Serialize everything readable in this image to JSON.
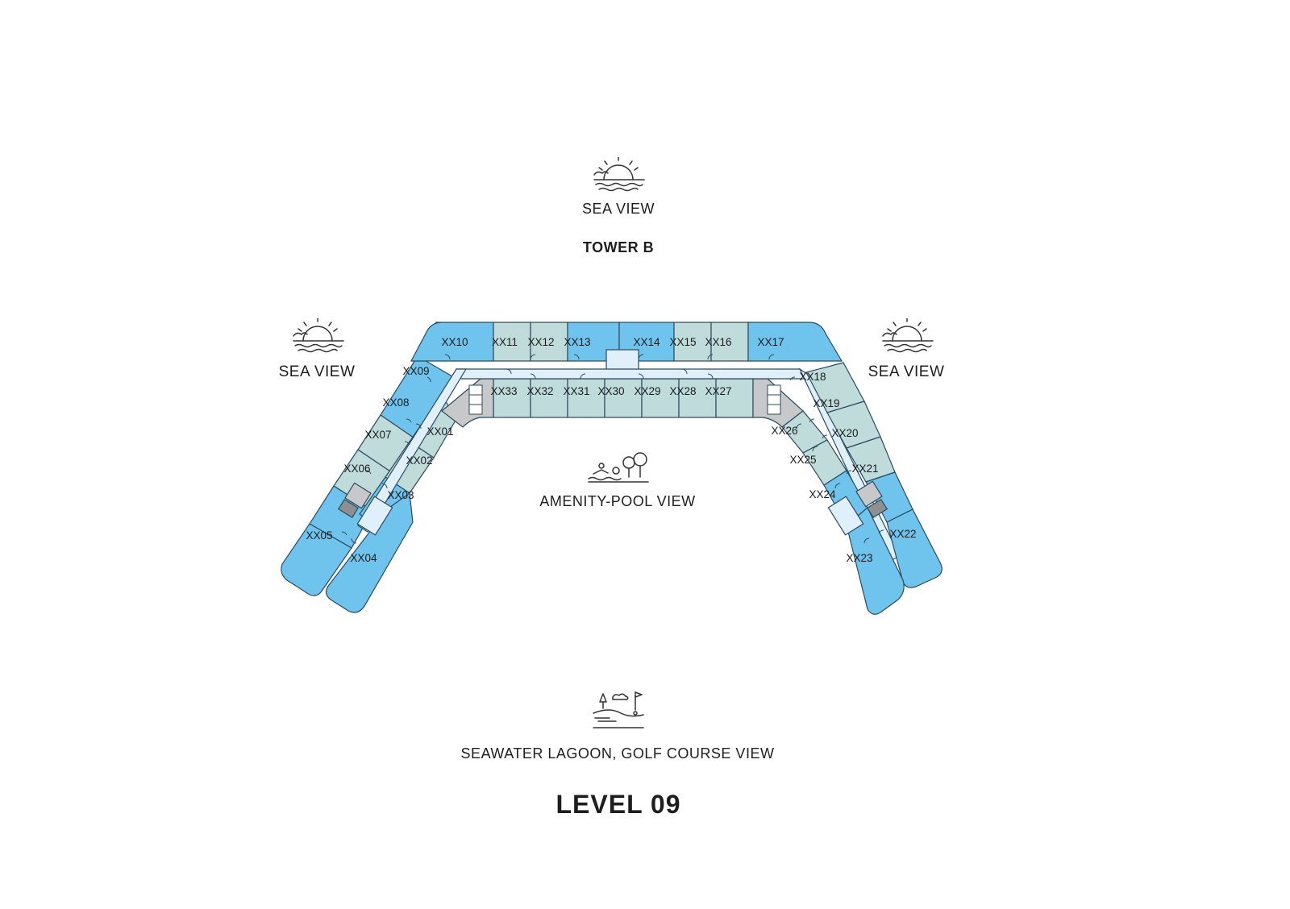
{
  "tower": "TOWER B",
  "level": "LEVEL 09",
  "views": {
    "top": "SEA VIEW",
    "left": "SEA VIEW",
    "right": "SEA VIEW",
    "center": "AMENITY-POOL VIEW",
    "bottom": "SEAWATER LAGOON, GOLF COURSE VIEW"
  },
  "icons": {
    "top": "sunset-sea-icon",
    "left": "sunset-sea-icon",
    "right": "sunset-sea-icon",
    "center": "pool-swimmer-trees-icon",
    "bottom": "golf-course-icon"
  },
  "colors": {
    "sea_view_unit": "#6fc4ee",
    "pool_view_unit": "#bfdcdb",
    "corridor": "#dff0fa",
    "core": "#c7c8c9"
  },
  "units": {
    "top_row": [
      "XX10",
      "XX11",
      "XX12",
      "XX13",
      "XX14",
      "XX15",
      "XX16",
      "XX17"
    ],
    "inner_row": [
      "XX33",
      "XX32",
      "XX31",
      "XX30",
      "XX29",
      "XX28",
      "XX27"
    ],
    "left_outer": [
      "XX09",
      "XX08",
      "XX07",
      "XX06",
      "XX05"
    ],
    "left_inner": [
      "XX01",
      "XX02",
      "XX03",
      "XX04"
    ],
    "right_outer": [
      "XX18",
      "XX19",
      "XX20",
      "XX21",
      "XX22"
    ],
    "right_inner": [
      "XX26",
      "XX25",
      "XX24",
      "XX23"
    ]
  }
}
